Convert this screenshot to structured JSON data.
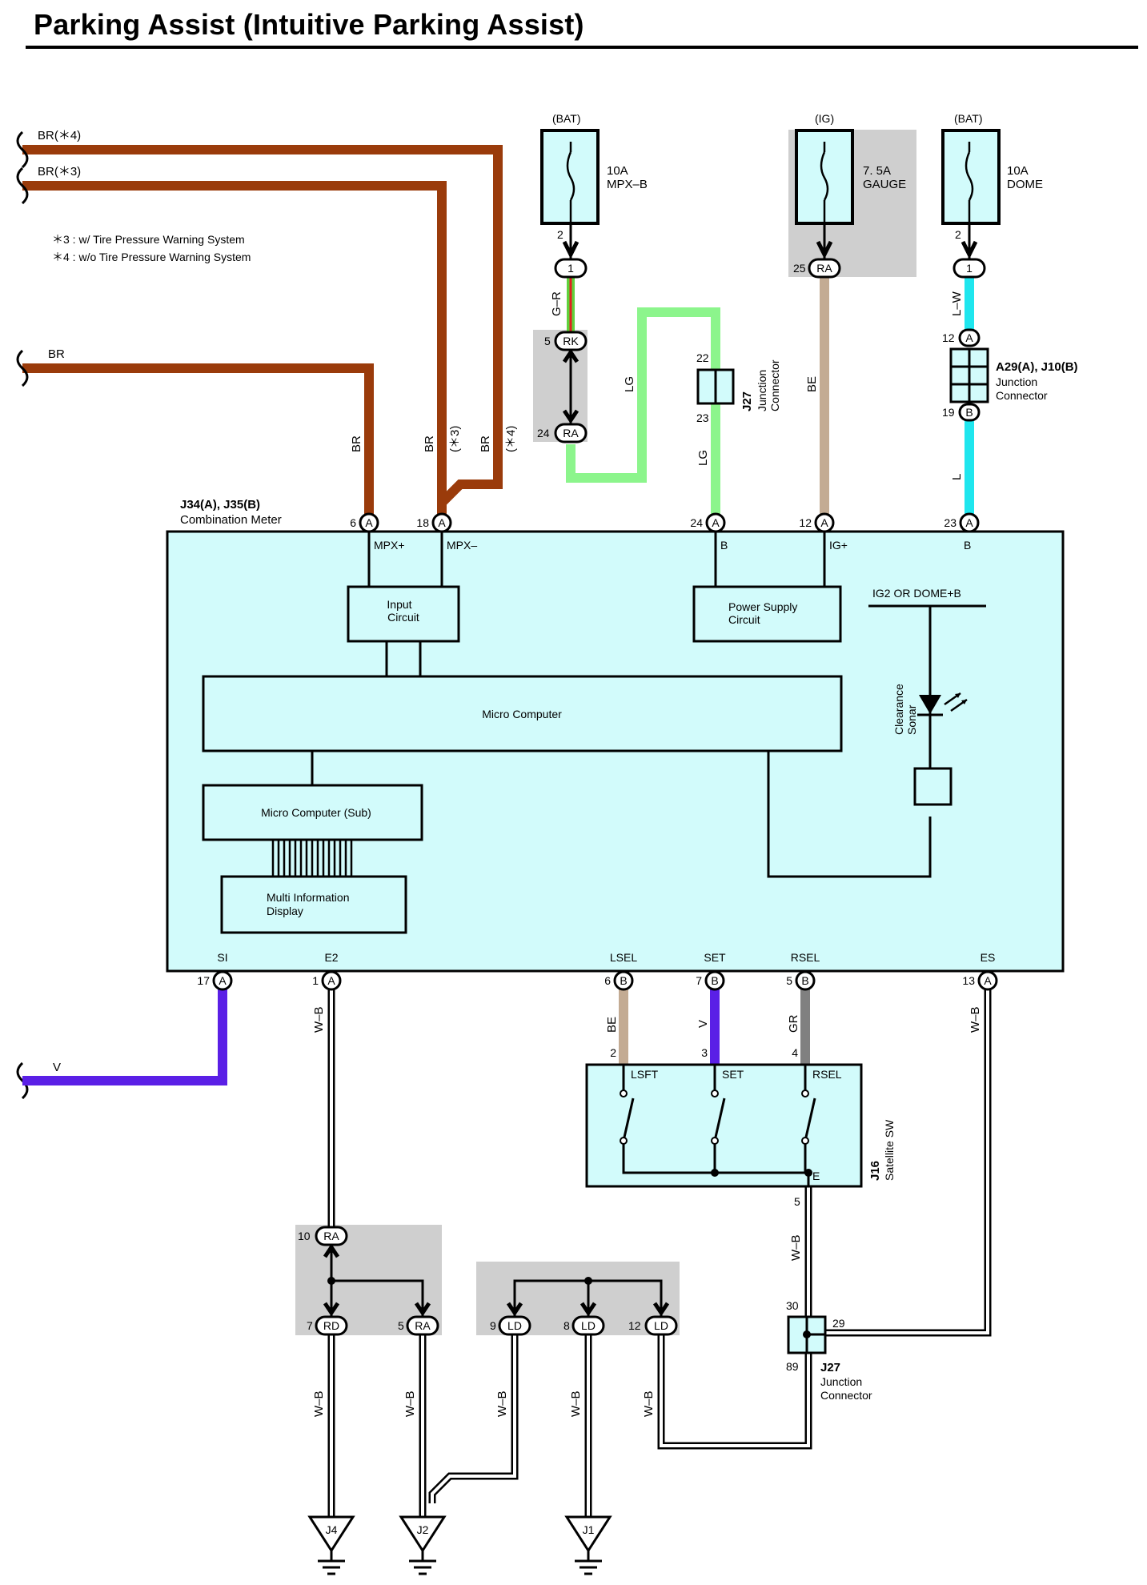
{
  "title": "Parking Assist (Intuitive Parking Assist)",
  "colors": {
    "br": "#9a3b0b",
    "lg": "#8cf58c",
    "be": "#c3ab93",
    "l": "#1fe6ee",
    "v": "#5a1fe6",
    "gr": "#808080",
    "module_fill": "#d2fbfb",
    "shade": "#cfcfcf"
  },
  "notes": {
    "n3": "＊3 : w/ Tire Pressure Warning System",
    "n4": "＊4 : w/o Tire Pressure Warning System"
  },
  "wires": {
    "br4": "BR(＊4)",
    "br3": "BR(＊3)",
    "br": "BR",
    "v": "V",
    "gr_wire": "G–R",
    "lg": "LG",
    "be": "BE",
    "lw": "L–W",
    "l": "L",
    "wb": "W–B",
    "gr": "GR",
    "s3": "(＊3)",
    "s4": "(＊4)"
  },
  "fuses": [
    {
      "source": "(BAT)",
      "amp": "10A",
      "name": "MPX–B"
    },
    {
      "source": "(IG)",
      "amp": "7. 5A",
      "name": "GAUGE"
    },
    {
      "source": "(BAT)",
      "amp": "10A",
      "name": "DOME"
    }
  ],
  "connectors": {
    "j27_top": {
      "id": "J27",
      "name": "Junction",
      "sub": "Connector"
    },
    "a29": {
      "id": "A29(A), J10(B)",
      "name": "Junction",
      "sub": "Connector"
    },
    "meter": {
      "id": "J34(A), J35(B)",
      "name": "Combination Meter"
    },
    "satellite": {
      "id": "J16",
      "name": "Satellite SW"
    },
    "j27_bot": {
      "id": "J27",
      "name": "Junction",
      "sub": "Connector"
    }
  },
  "pins_top": {
    "mpx_plus": "MPX+",
    "mpx_minus": "MPX–",
    "b1": "B",
    "ig_plus": "IG+",
    "b2": "B",
    "ig2": "IG2 OR DOME+B"
  },
  "blocks": {
    "input": [
      "Input",
      "Circuit"
    ],
    "power": [
      "Power Supply",
      "Circuit"
    ],
    "micro": "Micro Computer",
    "micro_sub": "Micro Computer (Sub)",
    "mid": [
      "Multi Information",
      "Display"
    ],
    "sonar": [
      "Clearance",
      "Sonar"
    ]
  },
  "pins_bottom": {
    "si": "SI",
    "e2": "E2",
    "lsel": "LSEL",
    "set": "SET",
    "rsel": "RSEL",
    "es": "ES"
  },
  "switch": {
    "lsft": "LSFT",
    "set": "SET",
    "rsel": "RSEL",
    "e": "E"
  },
  "connector_codes": {
    "one": "1",
    "ra": "RA",
    "rk": "RK",
    "a": "A",
    "b": "B",
    "rd": "RD",
    "ld": "LD"
  },
  "pin_numbers": {
    "p2a": "2",
    "p5": "5",
    "p24": "24",
    "p25": "25",
    "p2b": "2",
    "p12": "12",
    "p19": "19",
    "p22": "22",
    "p23": "23",
    "m6": "6",
    "m18": "18",
    "m24": "24",
    "m12": "12",
    "m23": "23",
    "b17": "17",
    "b1": "1",
    "b6": "6",
    "b7": "7",
    "b5": "5",
    "b13": "13",
    "s2": "2",
    "s3": "3",
    "s4": "4",
    "s5": "5",
    "r10": "10",
    "r7": "7",
    "r5": "5",
    "l9": "9",
    "l8": "8",
    "l12": "12",
    "j30": "30",
    "j29": "29",
    "j89": "89"
  },
  "grounds": [
    "J4",
    "J2",
    "J1"
  ]
}
